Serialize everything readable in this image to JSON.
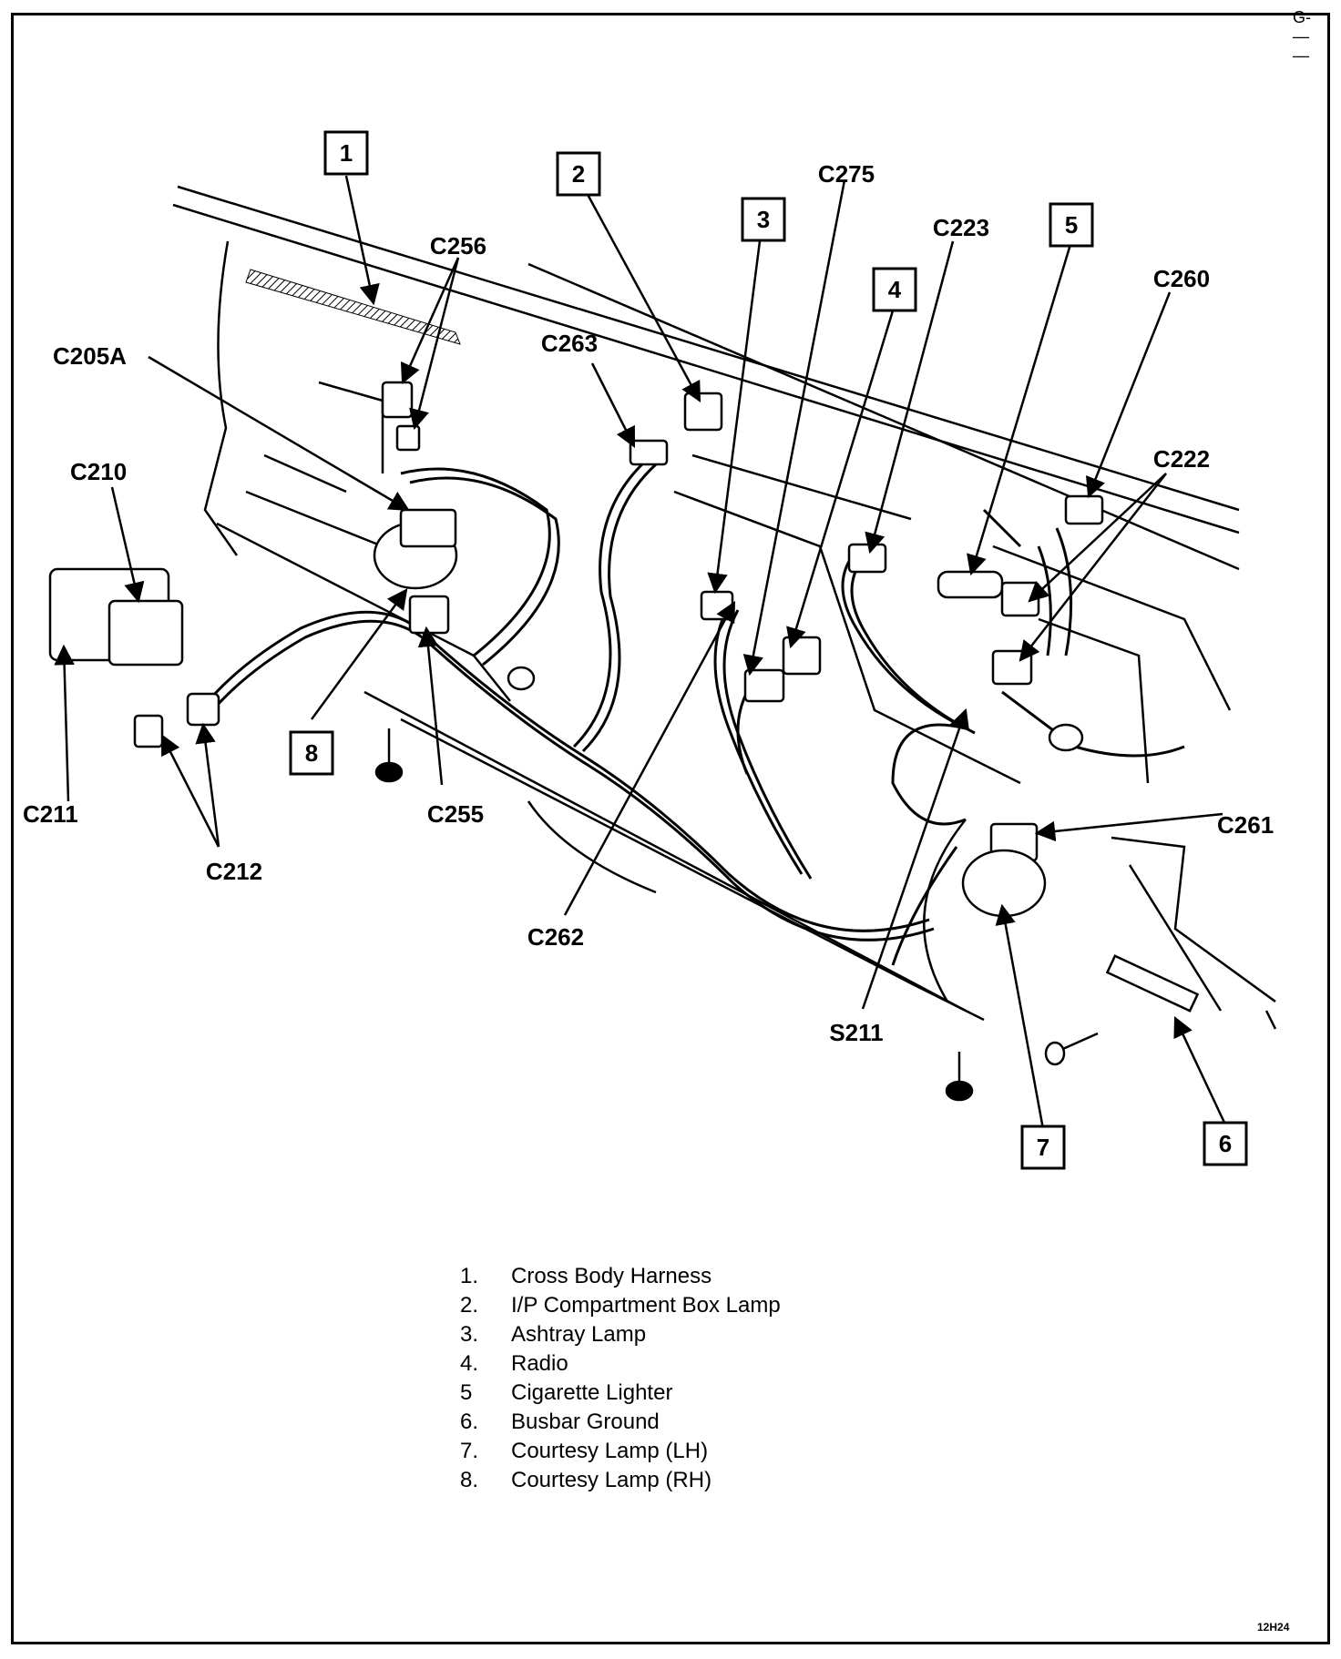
{
  "corner_mark": "G- — —",
  "callout_numbers": [
    "1",
    "2",
    "3",
    "4",
    "5",
    "6",
    "7",
    "8"
  ],
  "connector_labels": {
    "c256": "C256",
    "c205a": "C205A",
    "c210": "C210",
    "c211": "C211",
    "c212": "C212",
    "c255": "C255",
    "c263": "C263",
    "c275": "C275",
    "c223": "C223",
    "c260": "C260",
    "c222": "C222",
    "c261": "C261",
    "c262": "C262",
    "s211": "S211"
  },
  "legend": [
    {
      "num": "1.",
      "text": "Cross Body Harness"
    },
    {
      "num": "2.",
      "text": "I/P Compartment Box Lamp"
    },
    {
      "num": "3.",
      "text": "Ashtray Lamp"
    },
    {
      "num": "4.",
      "text": "Radio"
    },
    {
      "num": "5",
      "text": "Cigarette Lighter"
    },
    {
      "num": "6.",
      "text": "Busbar Ground"
    },
    {
      "num": "7.",
      "text": "Courtesy Lamp (LH)"
    },
    {
      "num": "8.",
      "text": "Courtesy Lamp (RH)"
    }
  ],
  "figure_code": "12H24"
}
